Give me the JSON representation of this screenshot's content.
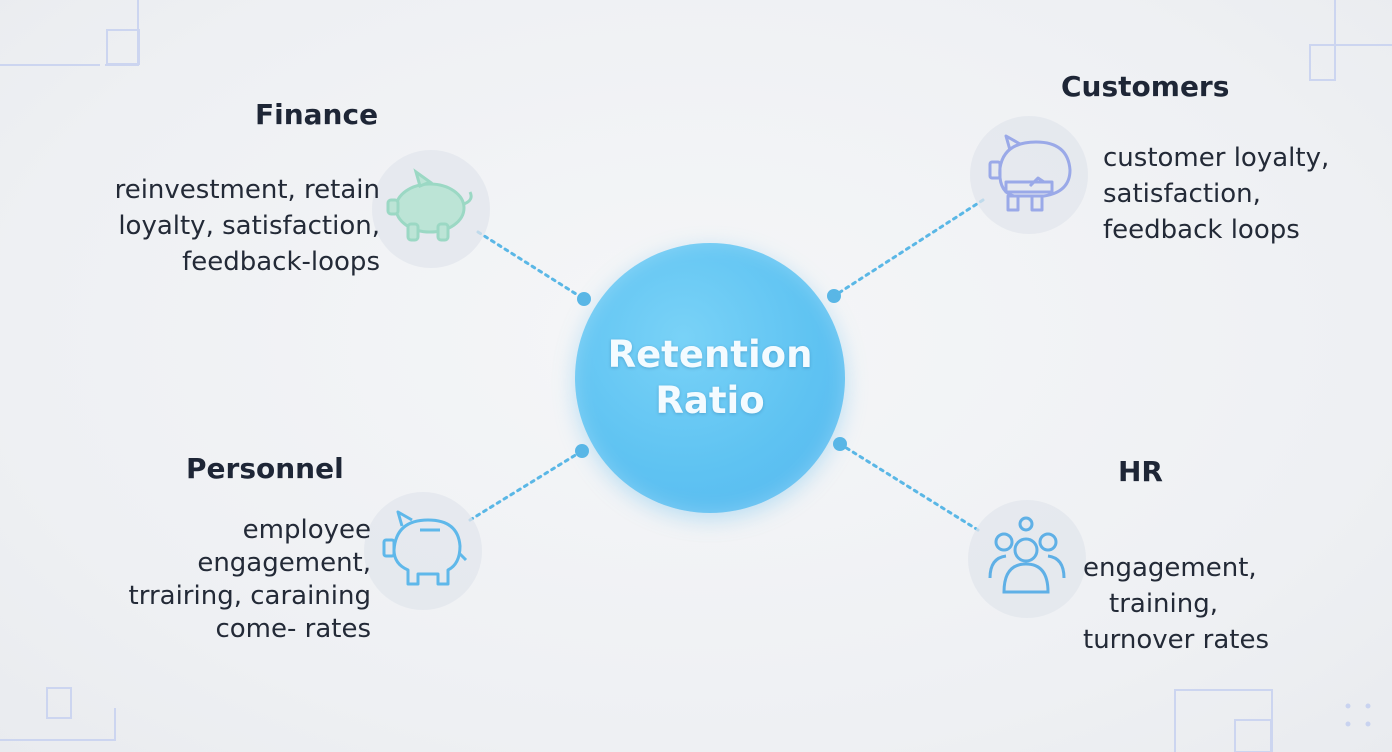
{
  "hub": {
    "line1": "Retention",
    "line2": "Ratio"
  },
  "nodes": {
    "finance": {
      "title": "Finance",
      "lines": [
        "reinvestment,  retain",
        "loyalty, satisfaction,",
        "feedback-loops"
      ],
      "icon": "piggy-bank-icon"
    },
    "customers": {
      "title": "Customers",
      "lines": [
        "customer loyalty,",
        "satisfaction,",
        "feedback loops"
      ],
      "icon": "piggy-bank-icon"
    },
    "personnel": {
      "title": "Personnel",
      "lines": [
        "employee",
        "engagement,",
        "trrairing, caraining",
        "come- rates"
      ],
      "icon": "piggy-bank-icon"
    },
    "hr": {
      "title": "HR",
      "lines": [
        "engagement,",
        "training,",
        "turnover rates"
      ],
      "icon": "people-group-icon"
    }
  },
  "colors": {
    "hub": "#5fc3f2",
    "connector": "#5ab7e6",
    "finance_icon": "#8fd6bd",
    "customers_icon": "#9aa9e8",
    "personnel_icon": "#5fb8ea",
    "hr_icon": "#5fb0e6",
    "title_text": "#1e2636",
    "body_text": "#232a37"
  }
}
